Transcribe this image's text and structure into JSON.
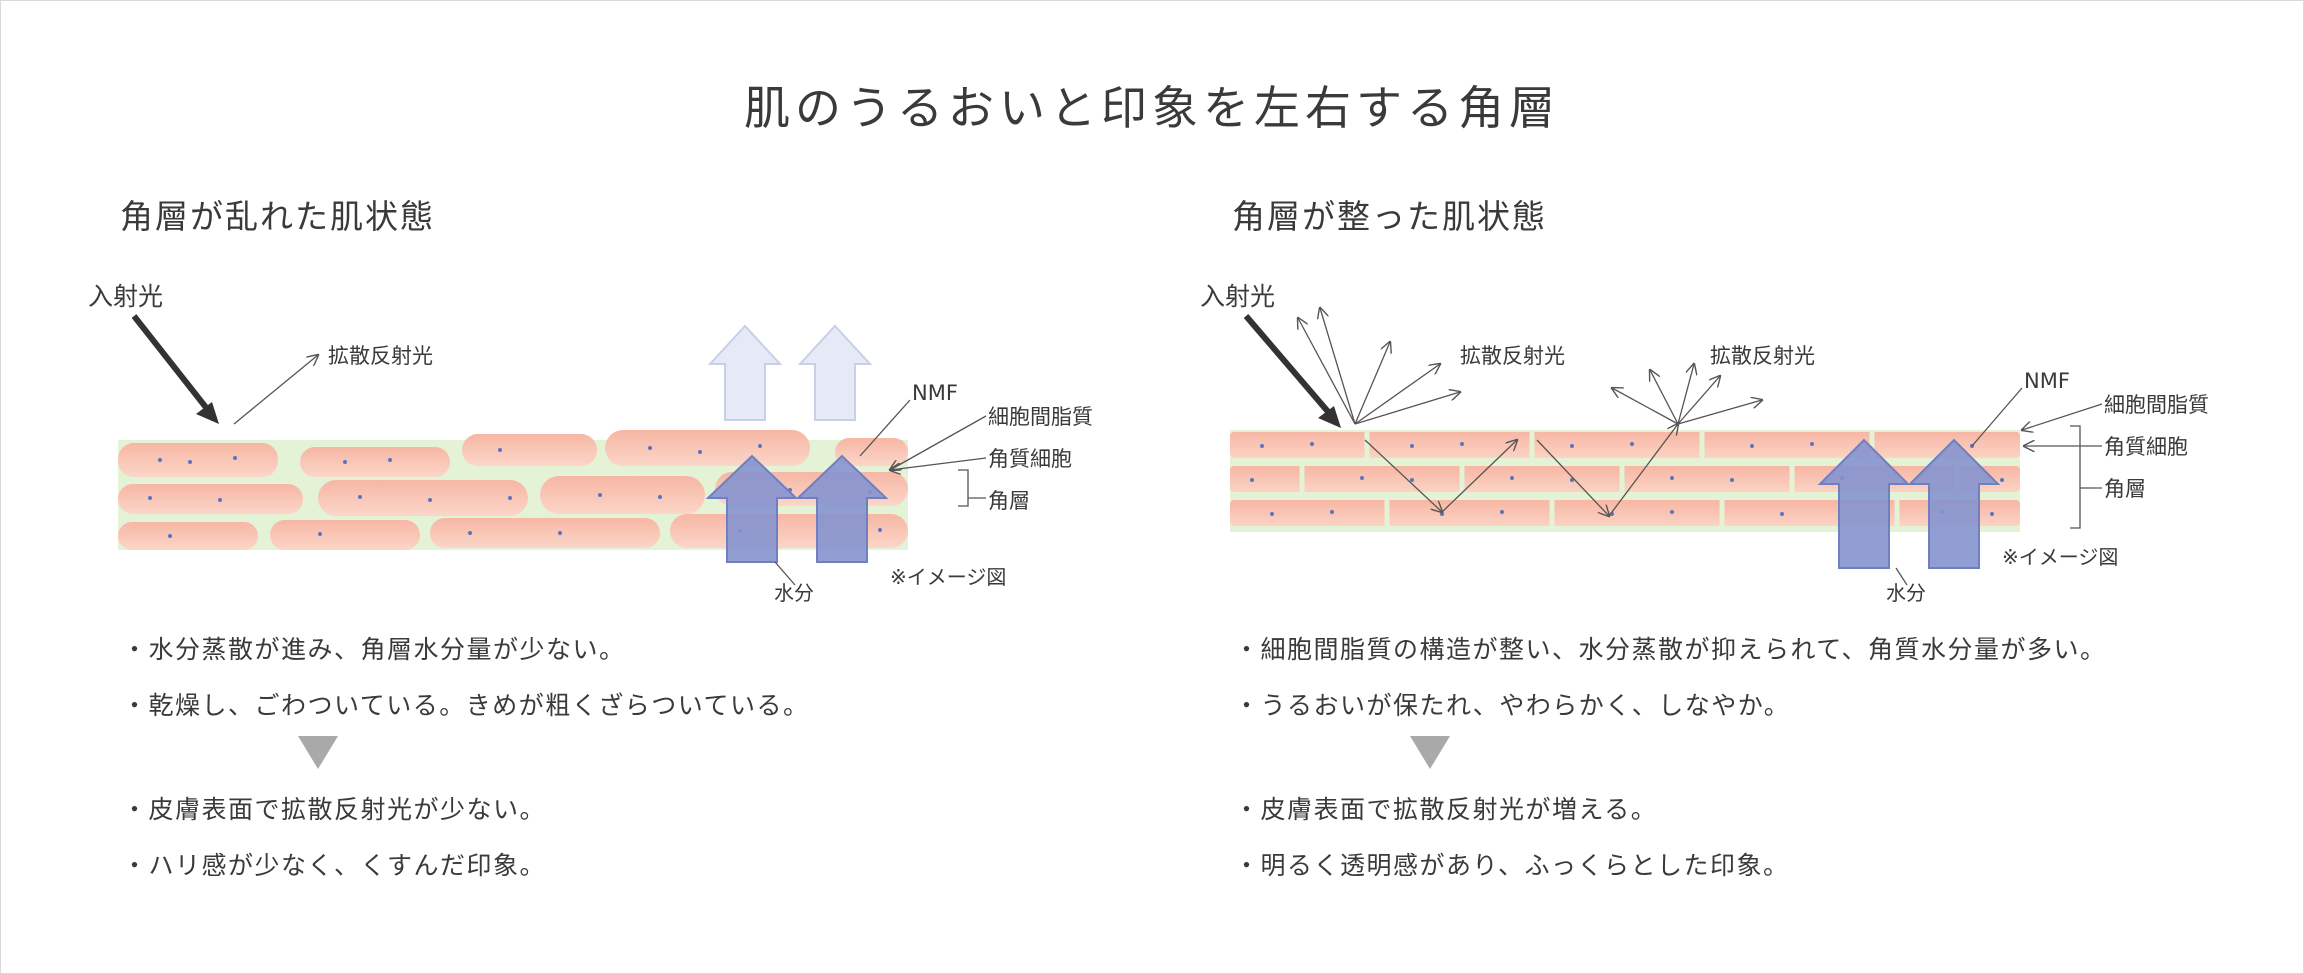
{
  "title": "肌のうるおいと印象を左右する角層",
  "left": {
    "heading": "角層が乱れた肌状態",
    "labels": {
      "incident_light": "入射光",
      "diffuse_reflection": "拡散反射光",
      "nmf": "NMF",
      "intercellular_lipid": "細胞間脂質",
      "corneocyte": "角質細胞",
      "stratum_corneum": "角層",
      "water": "水分",
      "image_note": "※イメージ図"
    },
    "bullets_before": [
      "・水分蒸散が進み、角層水分量が少ない。",
      "・乾燥し、ごわついている。きめが粗くざらついている。"
    ],
    "bullets_after": [
      "・皮膚表面で拡散反射光が少ない。",
      "・ハリ感が少なく、くすんだ印象。"
    ]
  },
  "right": {
    "heading": "角層が整った肌状態",
    "labels": {
      "incident_light": "入射光",
      "diffuse_reflection_1": "拡散反射光",
      "diffuse_reflection_2": "拡散反射光",
      "nmf": "NMF",
      "intercellular_lipid": "細胞間脂質",
      "corneocyte": "角質細胞",
      "stratum_corneum": "角層",
      "water": "水分",
      "image_note": "※イメージ図"
    },
    "bullets_before": [
      "・細胞間脂質の構造が整い、水分蒸散が抑えられて、角質水分量が多い。",
      "・うるおいが保たれ、やわらかく、しなやか。"
    ],
    "bullets_after": [
      "・皮膚表面で拡散反射光が増える。",
      "・明るく透明感があり、ふっくらとした印象。"
    ]
  },
  "colors": {
    "cell_pink": "#f6b8a8",
    "lipid_green": "#e3f2d3",
    "water_arrow": "#7f8fcc",
    "faint_arrow": "#e6e9f6",
    "nmf_dot": "#5a74c4",
    "text": "#3a3a3a"
  }
}
